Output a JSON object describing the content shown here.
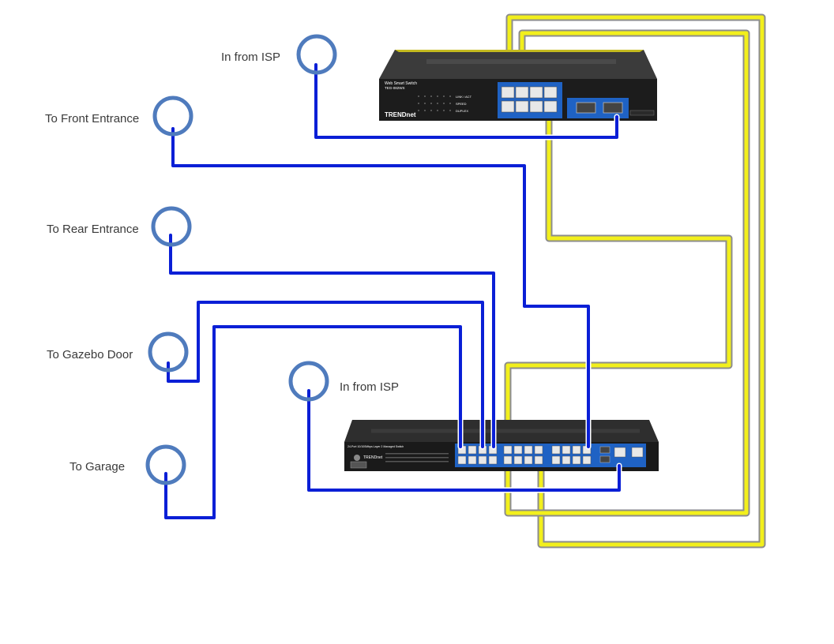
{
  "labels": {
    "isp_top": "In from ISP",
    "front_entrance": "To Front Entrance",
    "rear_entrance": "To Rear Entrance",
    "gazebo_door": "To Gazebo Door",
    "garage": "To Garage",
    "isp_bottom": "In from ISP"
  },
  "top_switch": {
    "title": "Web Smart Switch",
    "model": "TEG-082WS",
    "brand": "TRENDnet",
    "led_labels": [
      "LINK / ACT",
      "SPEED",
      "DUPLEX"
    ]
  },
  "bottom_switch": {
    "title": "24-Port 10/100Mbps Layer 2 Managed Switch",
    "brand": "TRENDnet"
  },
  "colors": {
    "cable_blue": "#0a1fd6",
    "cable_yellow": "#f2ef1c",
    "cable_outline": "#9a9a9a",
    "port_panel_blue": "#1f62c4",
    "jack_ring": "#4f7bbd",
    "switch_body": "#1a1a1a"
  },
  "icons": [
    "wall-jack-icon",
    "ethernet-port-icon",
    "sfp-port-icon",
    "console-port-icon"
  ]
}
